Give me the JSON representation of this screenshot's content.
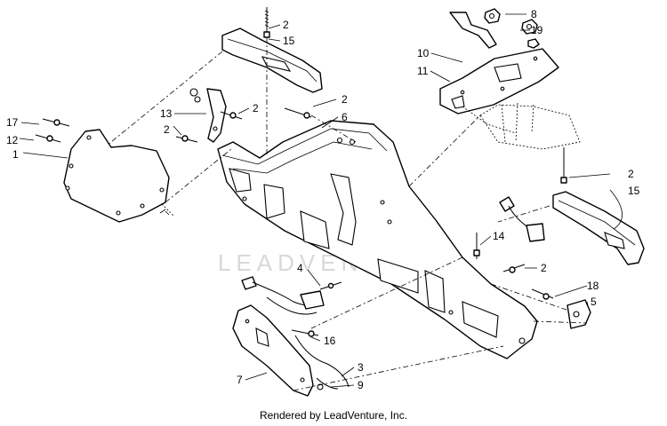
{
  "watermark": "LEADVENTURE",
  "credit": "Rendered by LeadVenture, Inc.",
  "callouts": [
    "1",
    "2",
    "2",
    "2",
    "2",
    "2",
    "2",
    "3",
    "4",
    "5",
    "6",
    "7",
    "8",
    "9",
    "10",
    "11",
    "12",
    "13",
    "14",
    "15",
    "15",
    "16",
    "17",
    "18",
    "19"
  ]
}
